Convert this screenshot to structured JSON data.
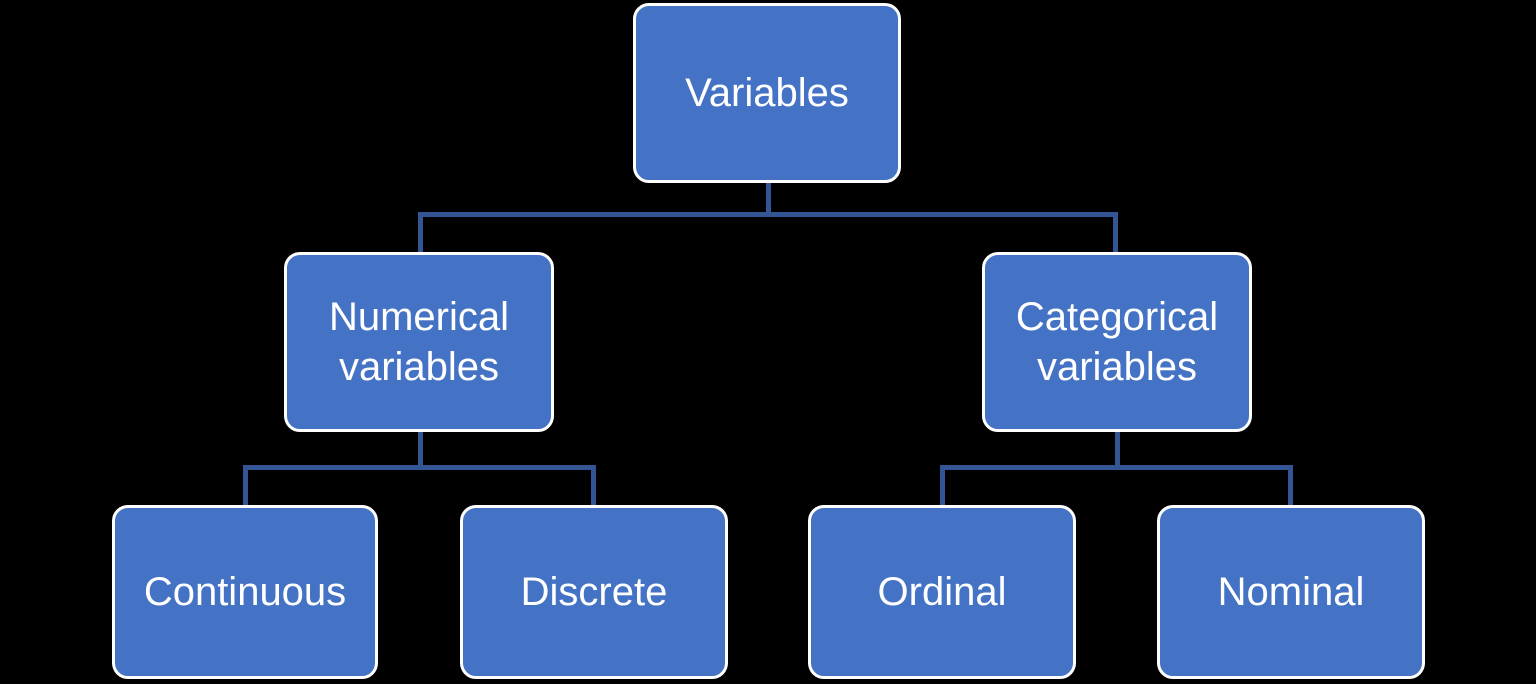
{
  "diagram": {
    "type": "hierarchy-tree",
    "colors": {
      "background": "#000000",
      "node_fill": "#4472C4",
      "node_border": "#FFFFFF",
      "connector": "#335593",
      "text": "#FFFFFF"
    },
    "nodes": {
      "root": {
        "label": "Variables"
      },
      "numerical": {
        "label": "Numerical variables"
      },
      "categorical": {
        "label": "Categorical variables"
      },
      "continuous": {
        "label": "Continuous"
      },
      "discrete": {
        "label": "Discrete"
      },
      "ordinal": {
        "label": "Ordinal"
      },
      "nominal": {
        "label": "Nominal"
      }
    },
    "edges": [
      {
        "from": "Variables",
        "to": "Numerical variables"
      },
      {
        "from": "Variables",
        "to": "Categorical variables"
      },
      {
        "from": "Numerical variables",
        "to": "Continuous"
      },
      {
        "from": "Numerical variables",
        "to": "Discrete"
      },
      {
        "from": "Categorical variables",
        "to": "Ordinal"
      },
      {
        "from": "Categorical variables",
        "to": "Nominal"
      }
    ]
  }
}
